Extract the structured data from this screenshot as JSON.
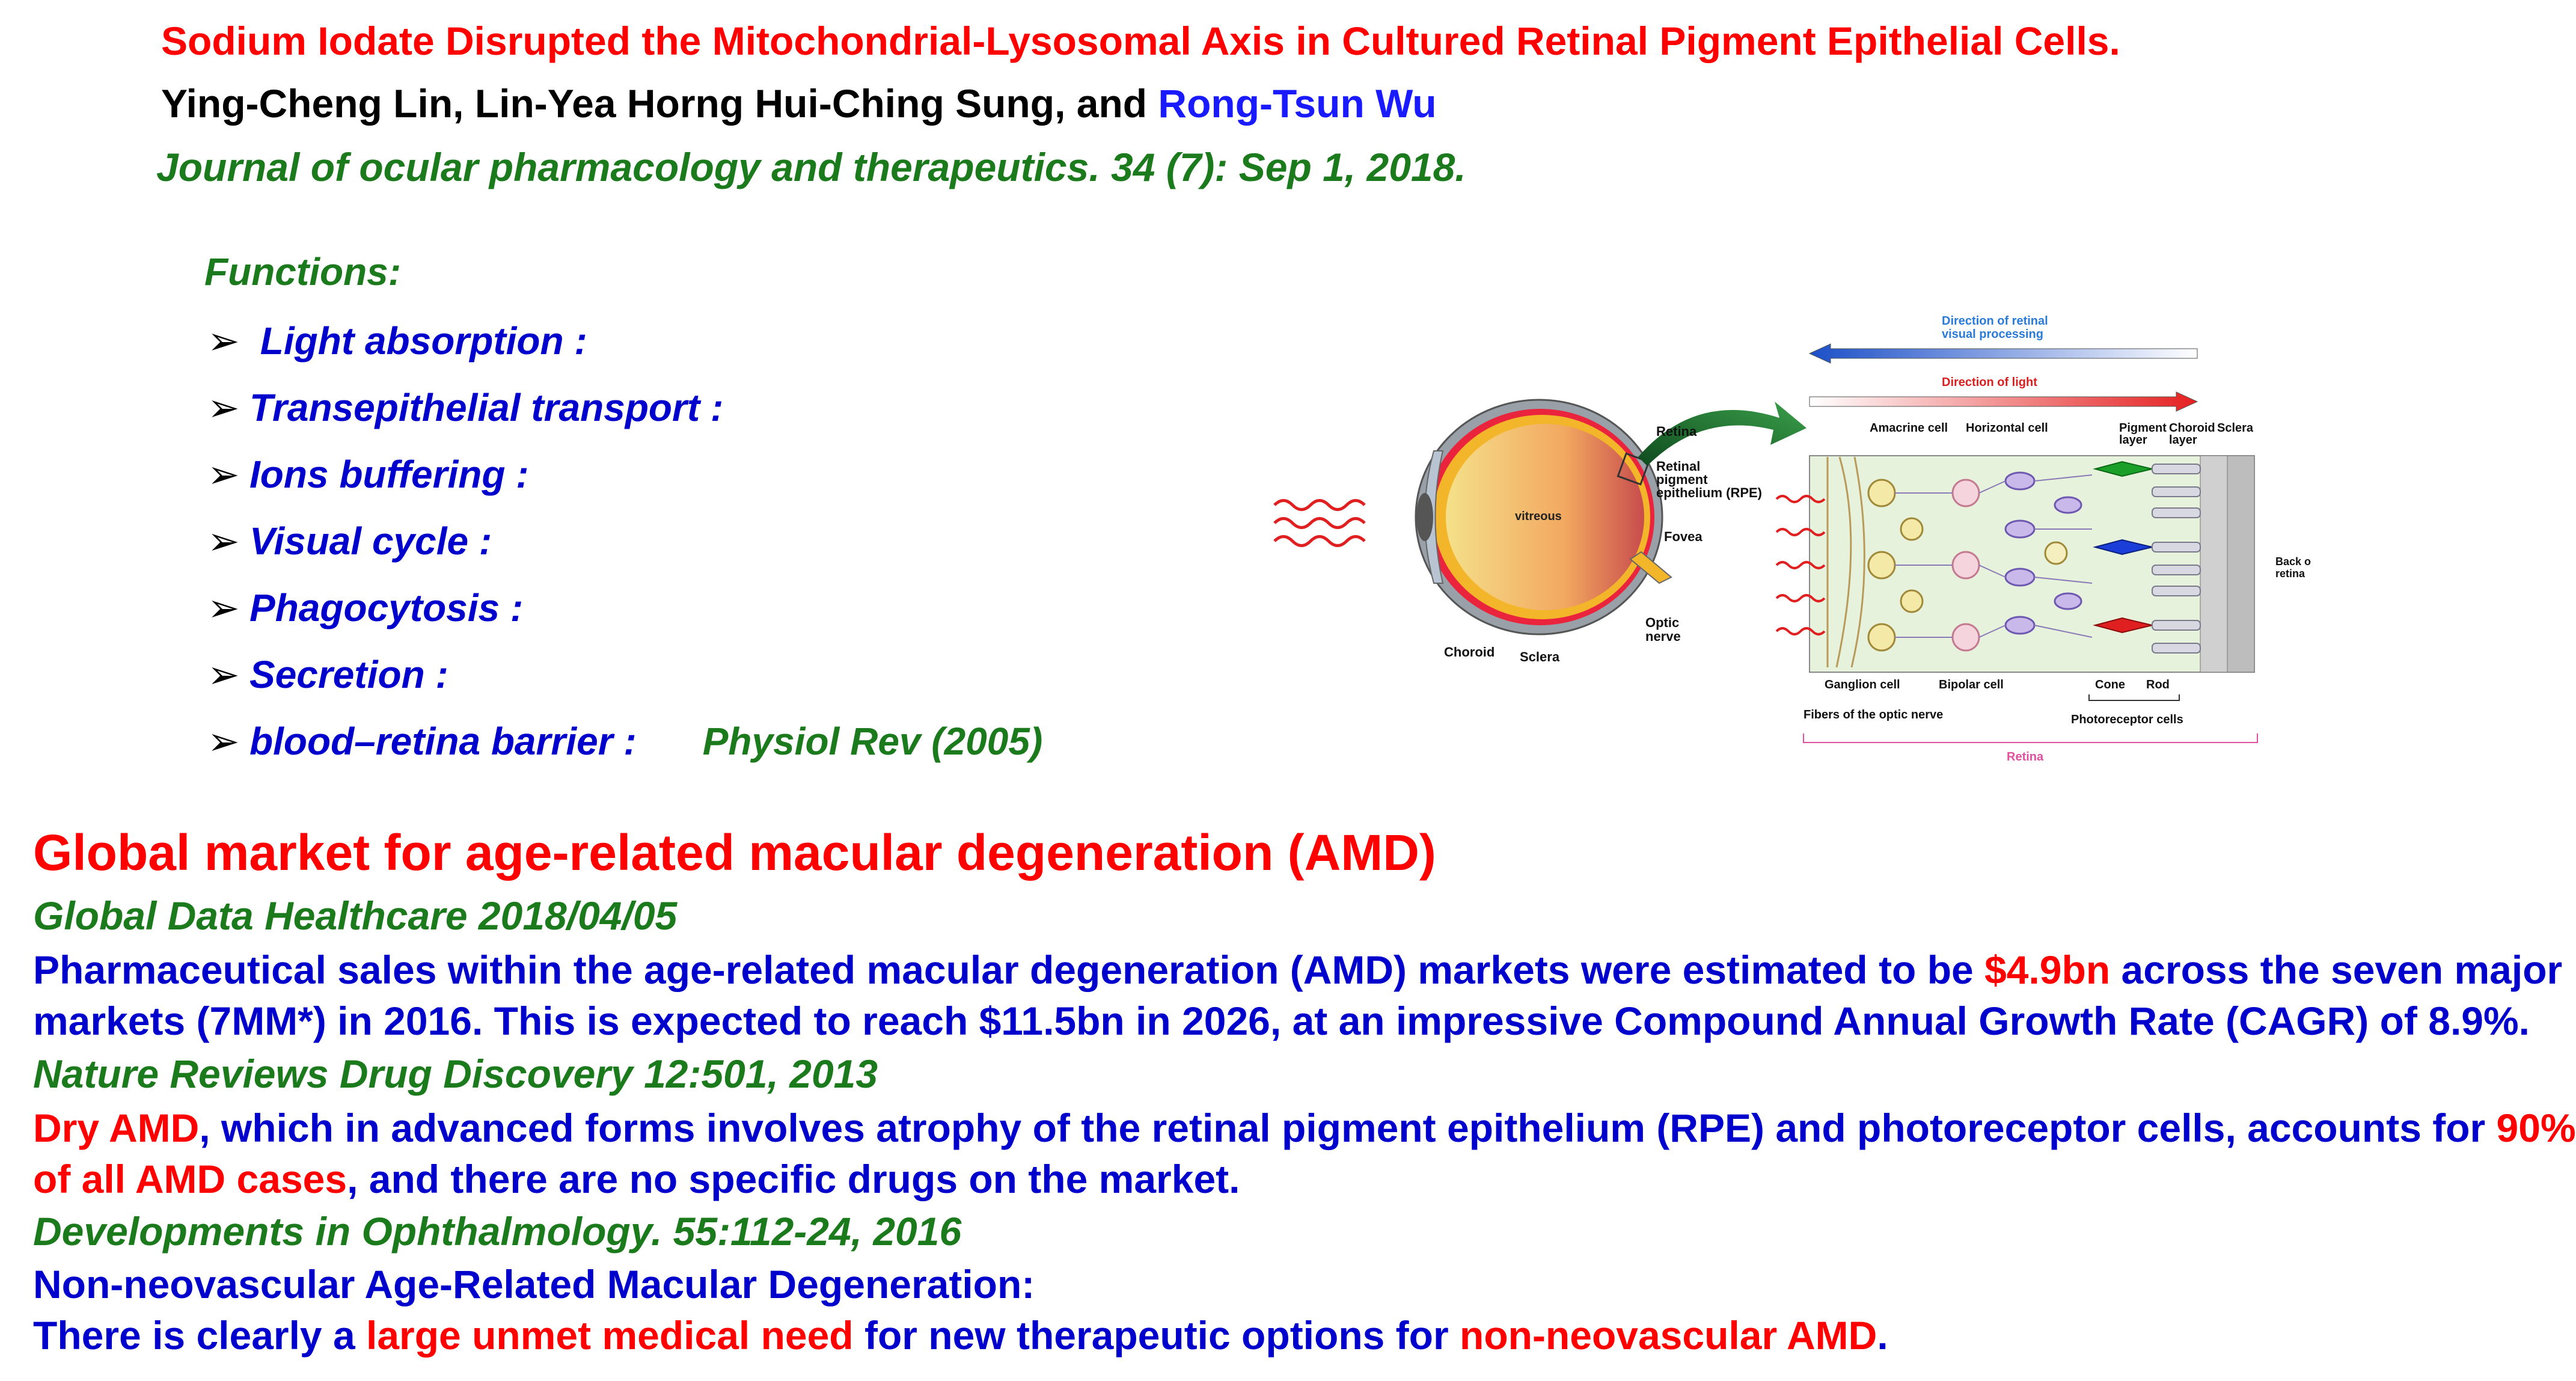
{
  "paper": {
    "title": "Sodium Iodate Disrupted the Mitochondrial-Lysosomal Axis in Cultured Retinal Pigment Epithelial Cells.",
    "authors_main": "Ying-Cheng Lin, Lin-Yea Horng Hui-Ching Sung, and ",
    "author_highlight": "Rong-Tsun Wu",
    "journal": "Journal of ocular pharmacology and therapeutics. 34 (7): Sep 1, 2018."
  },
  "functions": {
    "label": "Functions:",
    "items": [
      " Light absorption :",
      "Transepithelial transport :",
      "Ions buffering :",
      "Visual cycle :",
      "Phagocytosis :",
      "Secretion :",
      "blood–retina barrier :"
    ],
    "reference": "Physiol Rev (2005)",
    "bullet": "➢"
  },
  "figure": {
    "labels": {
      "retina": "Retina",
      "rpe": "Retinal",
      "rpe2": "pigment",
      "rpe3": "epithelium (RPE)",
      "vitreous": "vitreous",
      "fovea": "Fovea",
      "optic": "Optic",
      "optic2": "nerve",
      "choroid": "Choroid",
      "sclera": "Sclera",
      "dir_processing": "Direction of retinal",
      "dir_processing2": "visual processing",
      "dir_light": "Direction of light",
      "amacrine": "Amacrine cell",
      "horizontal": "Horizontal cell",
      "pigment_layer": "Pigment",
      "pigment_layer2": "layer",
      "choroid_layer": "Choroid",
      "choroid_layer2": "layer",
      "sclera2": "Sclera",
      "back": "Back o",
      "back2": "retina",
      "ganglion": "Ganglion cell",
      "bipolar": "Bipolar cell",
      "cone": "Cone",
      "rod": "Rod",
      "fibers": "Fibers of the optic nerve",
      "photoreceptor": "Photoreceptor cells",
      "retina_bottom": "Retina"
    }
  },
  "market": {
    "title": "Global market for age-related macular degeneration (AMD)",
    "src1": "Global Data Healthcare 2018/04/05",
    "p1a": "Pharmaceutical sales within the age-related macular degeneration (AMD) markets were estimated to be ",
    "p1b": "$4.9bn",
    "p1c": " across the seven major",
    "p1d": "markets (7MM*) in 2016. This is expected to reach $11.5bn in 2026, at an impressive Compound Annual Growth Rate (CAGR) of 8.9%.",
    "src2": "Nature Reviews Drug Discovery 12:501, 2013",
    "p2a": "Dry AMD",
    "p2b": ", which in advanced forms involves atrophy of the retinal pigment epithelium (RPE) and photoreceptor cells, accounts for ",
    "p2c": "90%",
    "p2d": "of all AMD cases",
    "p2e": ", and there are no specific drugs on the market.",
    "src3": "Developments in Ophthalmology. 55:112-24, 2016",
    "p3": "Non-neovascular Age-Related Macular Degeneration:",
    "p4a": "There is clearly a ",
    "p4b": "large unmet medical need",
    "p4c": " for new therapeutic options for ",
    "p4d": "non-neovascular AMD",
    "p4e": "."
  }
}
